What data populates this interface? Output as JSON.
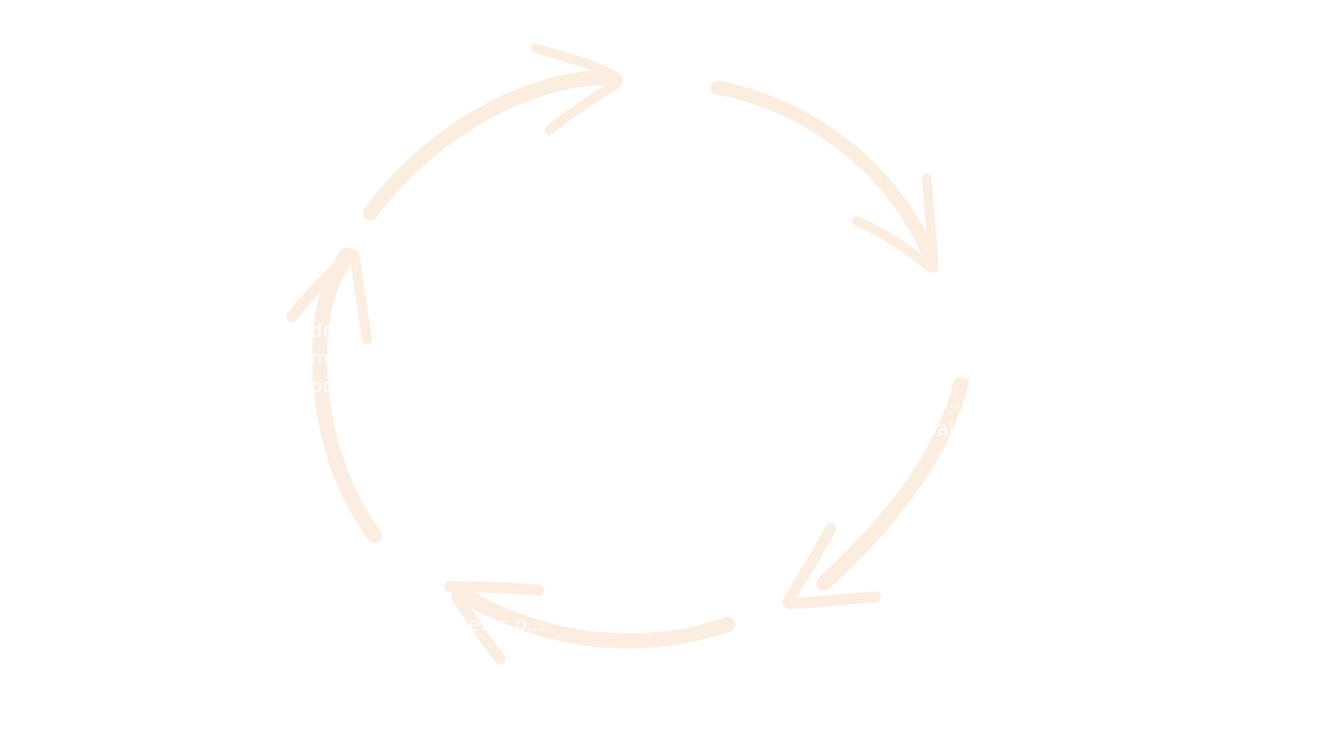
{
  "diagram": {
    "type": "cycle",
    "arrow_count": 5,
    "arrow_color": "#fcede1",
    "background_color": "#ffffff",
    "labels": [
      {
        "id": "label-left",
        "text": "de...\nm...\npo..."
      },
      {
        "id": "label-right",
        "text": "a...\nal..."
      },
      {
        "id": "label-bottom",
        "text": "ne...s o...\n..."
      }
    ]
  }
}
